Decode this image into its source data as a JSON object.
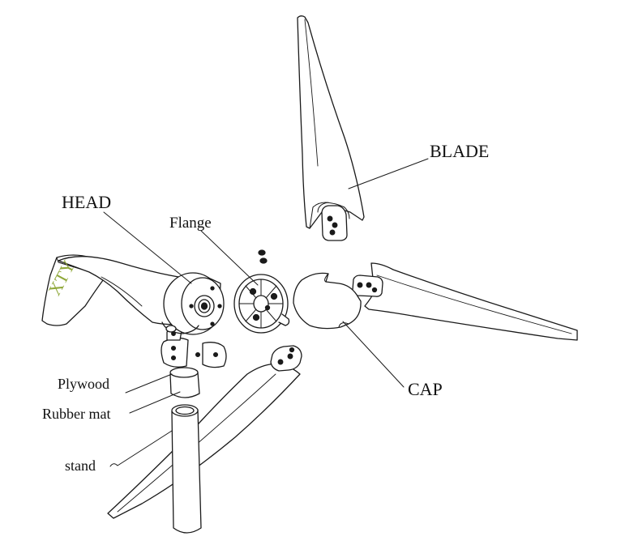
{
  "labels": {
    "blade": "BLADE",
    "head": "HEAD",
    "flange": "Flange",
    "cap": "CAP",
    "plywood": "Plywood",
    "rubber_mat": "Rubber mat",
    "stand": "stand"
  },
  "tail_logo": "XTY",
  "colors": {
    "line": "#1a1a1a",
    "logo": "#8fa83a",
    "background": "#ffffff"
  }
}
